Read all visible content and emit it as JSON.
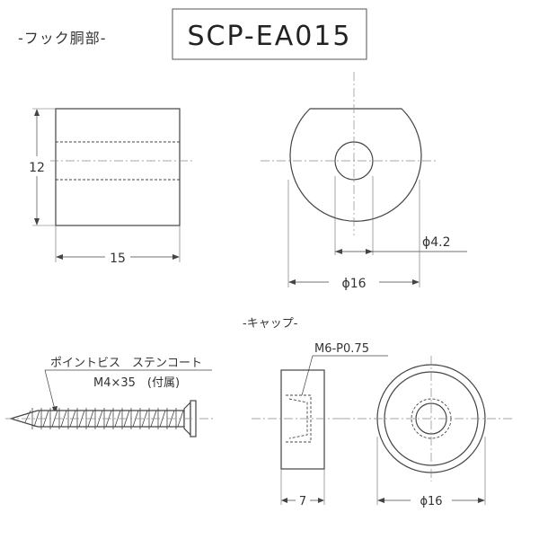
{
  "header": {
    "body_label": "-フック胴部-",
    "model_number": "SCP-EA015"
  },
  "hook_body": {
    "height_label": "12",
    "width_label": "15",
    "hole_diameter_label": "ϕ4.2",
    "outer_diameter_label": "ϕ16"
  },
  "screw": {
    "name_label": "ポイントビス　ステンコート",
    "spec_label": "M4×35　(付属)"
  },
  "cap": {
    "section_label": "-キャップ-",
    "thread_label": "M6-P0.75",
    "depth_label": "7",
    "diameter_label": "ϕ16"
  }
}
